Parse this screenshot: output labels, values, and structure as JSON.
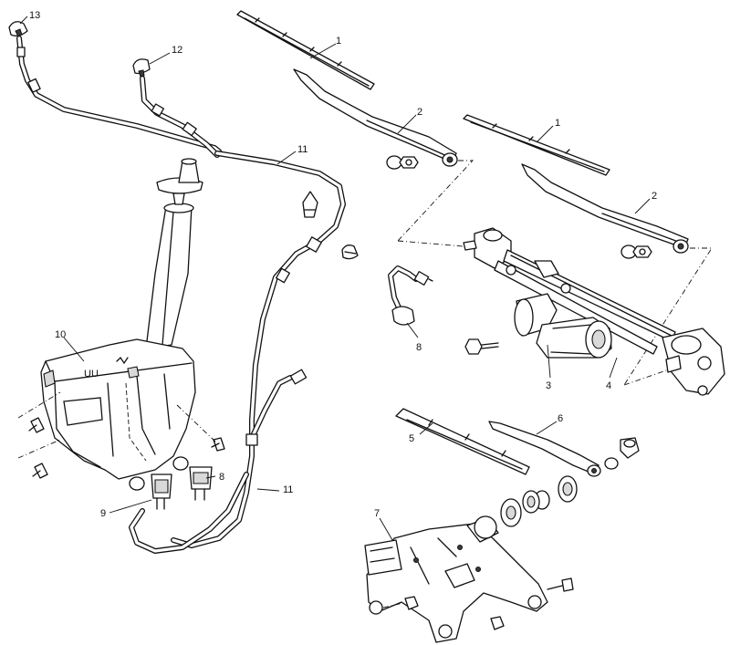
{
  "diagram": {
    "callouts": {
      "c1_upper": "1",
      "c1_right": "1",
      "c2_upper": "2",
      "c2_right": "2",
      "c3": "3",
      "c4": "4",
      "c5": "5",
      "c6": "6",
      "c7": "7",
      "c8_left": "8",
      "c8_right": "8",
      "c9": "9",
      "c10": "10",
      "c11_upper": "11",
      "c11_lower": "11",
      "c12": "12",
      "c13": "13"
    },
    "tank_marking": "UU"
  }
}
